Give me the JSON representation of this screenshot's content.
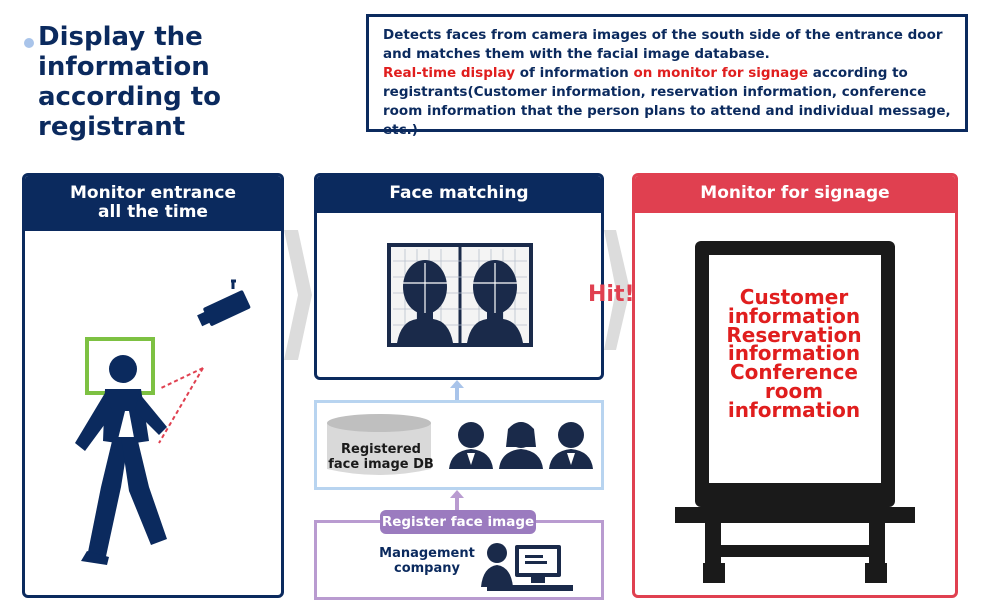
{
  "header": {
    "title": "Display the information according to registrant"
  },
  "description": {
    "line1": "Detects faces from camera images of the south side of the entrance door and matches them with the facial image database.",
    "highlight_1": "Real-time display",
    "text_2": " of information ",
    "highlight_2": "on monitor for signage",
    "text_3": " according to registrants(Customer information, reservation information, conference room information that the person plans to attend and individual message, etc.)"
  },
  "panels": {
    "monitor_title_line1": "Monitor entrance",
    "monitor_title_line2": "all the time",
    "face_title": "Face matching",
    "signage_title": "Monitor for signage"
  },
  "hit_label": "Hit!",
  "db_label_line1": "Registered",
  "db_label_line2": "face image DB",
  "register_label": "Register face image",
  "mgmt_label_line1": "Management",
  "mgmt_label_line2": "company",
  "signage_screen": {
    "lines": [
      "Customer",
      "information",
      "Reservation",
      "information",
      "Conference",
      "room",
      "information"
    ]
  },
  "colors": {
    "navy": "#0b2a5e",
    "signage_red": "#e04050",
    "text_red": "#e01e1e",
    "db_border": "#b8d4f0",
    "mgmt_border": "#b99bd0",
    "person_box": "#7dc142"
  },
  "icons": [
    "camera-icon",
    "person-walking-icon",
    "face-comparison-icon",
    "database-icon",
    "people-icon",
    "operator-computer-icon",
    "signage-monitor-icon"
  ]
}
